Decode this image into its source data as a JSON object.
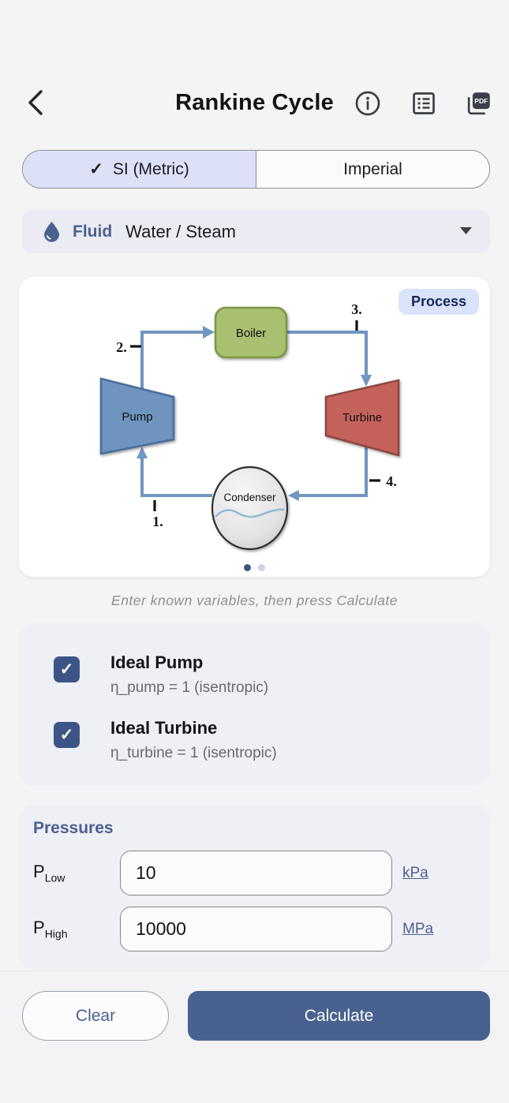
{
  "header": {
    "title": "Rankine Cycle",
    "pdf_label": "PDF"
  },
  "glyphs": {
    "check": "✓",
    "caret_down": "▼"
  },
  "unit_toggle": {
    "options": [
      {
        "label": "SI (Metric)",
        "selected": true
      },
      {
        "label": "Imperial",
        "selected": false
      }
    ]
  },
  "fluid": {
    "label": "Fluid",
    "value": "Water / Steam"
  },
  "diagram": {
    "badge": "Process",
    "components": {
      "boiler": "Boiler",
      "pump": "Pump",
      "turbine": "Turbine",
      "condenser": "Condenser"
    },
    "state_labels": {
      "s1": "1.",
      "s2": "2.",
      "s3": "3.",
      "s4": "4."
    },
    "carousel": {
      "page_count": 2,
      "active_index": 0
    }
  },
  "hint": "Enter known variables, then press Calculate",
  "assumptions": [
    {
      "title": "Ideal Pump",
      "subtitle": "η_pump = 1  (isentropic)",
      "checked": true
    },
    {
      "title": "Ideal Turbine",
      "subtitle": "η_turbine = 1  (isentropic)",
      "checked": true
    }
  ],
  "pressures": {
    "heading": "Pressures",
    "rows": [
      {
        "label": "P",
        "label_sub": "Low",
        "value": "10",
        "unit": "kPa"
      },
      {
        "label": "P",
        "label_sub": "High",
        "value": "10000",
        "unit": "MPa"
      }
    ]
  },
  "footer": {
    "clear_label": "Clear",
    "calculate_label": "Calculate"
  },
  "colors": {
    "accent_blue": "#49618f",
    "selected_segment_bg": "#dce1f7",
    "badge_bg": "#dbe3fb",
    "badge_text": "#16255c",
    "pipe": "#7096c2",
    "pump_fill": "#6e94bf",
    "boiler_fill": "#a9c06f",
    "turbine_fill": "#c4645c",
    "card_bg": "#efeff6",
    "checkbox_bg": "#3d5586"
  }
}
